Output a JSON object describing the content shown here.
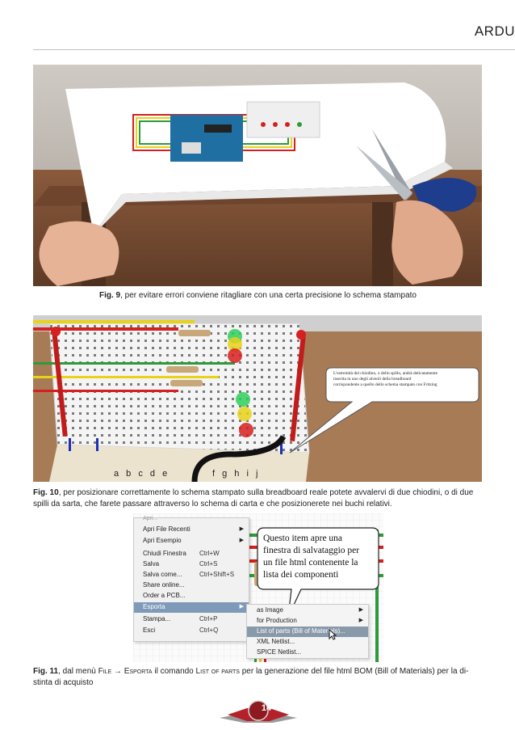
{
  "header": {
    "title": "ARDU"
  },
  "fig9": {
    "caption_num": "Fig. 9",
    "caption_text": ", per evitare errori conviene ritagliare con una certa precisione lo schema stampato"
  },
  "fig10": {
    "callout": [
      "L'estremità del chiodino, o dello spillo, andrà delicatamente",
      "inserita in uno degli alveoli della breadboard",
      "corrispondente a quello dello schema stampato con Fritzing"
    ],
    "breadboard_letters": "a b c d e",
    "breadboard_letters2": "f g h i j",
    "caption_num": "Fig. 10",
    "caption_line1": ", per posizionare correttamente lo schema stampato sulla breadboard reale potete avvalervi di due chiodini, o di due",
    "caption_line2": "spilli da sarta, che farete passare attraverso lo schema di carta e che posizionerete nei buchi relativi."
  },
  "fig11": {
    "menu_top": "Apri...",
    "menu_items": [
      {
        "label": "Apri File Recenti",
        "shortcut": "",
        "submenu": true
      },
      {
        "label": "Apri Esempio",
        "shortcut": "",
        "submenu": true
      },
      {
        "label": "Chiudi Finestra",
        "shortcut": "Ctrl+W",
        "submenu": false
      },
      {
        "label": "Salva",
        "shortcut": "Ctrl+S",
        "submenu": false
      },
      {
        "label": "Salva come...",
        "shortcut": "Ctrl+Shift+S",
        "submenu": false
      },
      {
        "label": "Share online...",
        "shortcut": "",
        "submenu": false
      },
      {
        "label": "Order a PCB...",
        "shortcut": "",
        "submenu": false
      },
      {
        "label": "Esporta",
        "shortcut": "",
        "submenu": true
      },
      {
        "label": "Stampa...",
        "shortcut": "Ctrl+P",
        "submenu": false
      },
      {
        "label": "Esci",
        "shortcut": "Ctrl+Q",
        "submenu": false
      }
    ],
    "submenu_items": [
      {
        "label": "as Image",
        "submenu": true
      },
      {
        "label": "for Production",
        "submenu": true
      },
      {
        "label": "List of parts (Bill of Materials)...",
        "submenu": false
      },
      {
        "label": "XML Netlist...",
        "submenu": false
      },
      {
        "label": "SPICE Netlist...",
        "submenu": false
      }
    ],
    "callout": [
      "Questo item apre una",
      "finestra di salvataggio per",
      "un file html contenente la",
      "lista dei componenti"
    ],
    "caption_num": "Fig. 11",
    "caption_a": ", dal menù ",
    "caption_file": "File",
    "caption_arrow": " → ",
    "caption_esporta": "Esporta",
    "caption_b": " il comando ",
    "caption_list": "List of parts",
    "caption_c": " per la generazione del file html BOM (Bill of Materials) per la di-",
    "caption_line2": "stinta di acquisto"
  },
  "page_number": "14",
  "colors": {
    "accent_red": "#b3222a",
    "wire_yellow": "#e8d21a",
    "wire_green": "#2e9b3a",
    "wire_red": "#d61f1f"
  }
}
